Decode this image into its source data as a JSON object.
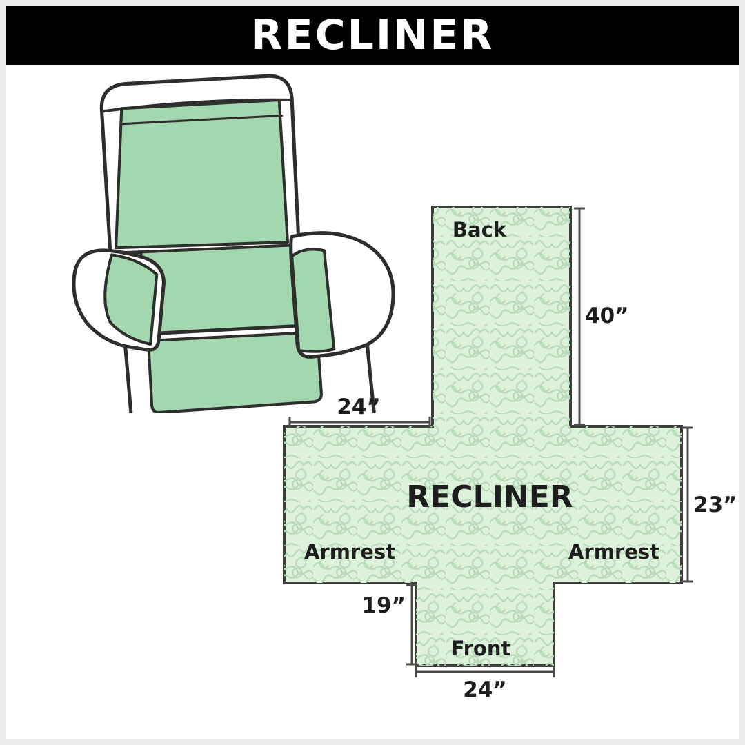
{
  "header": {
    "title": "RECLINER"
  },
  "chair": {
    "description": "recliner armchair with green protective cover"
  },
  "diagram": {
    "center_label": "RECLINER",
    "back_label": "Back",
    "front_label": "Front",
    "armrest_left_label": "Armrest",
    "armrest_right_label": "Armrest",
    "dim_back_height": "40”",
    "dim_top_width": "24”",
    "dim_side_height": "23”",
    "dim_front_height": "19”",
    "dim_front_width": "24”",
    "colors": {
      "cross_fill": "#def1dc",
      "pattern_stroke": "#b9dcb9",
      "outline": "#3d3d3b",
      "cover_green": "#a3d7af",
      "text": "#1e1e1e",
      "header_bg": "#000000",
      "header_fg": "#ffffff"
    }
  }
}
